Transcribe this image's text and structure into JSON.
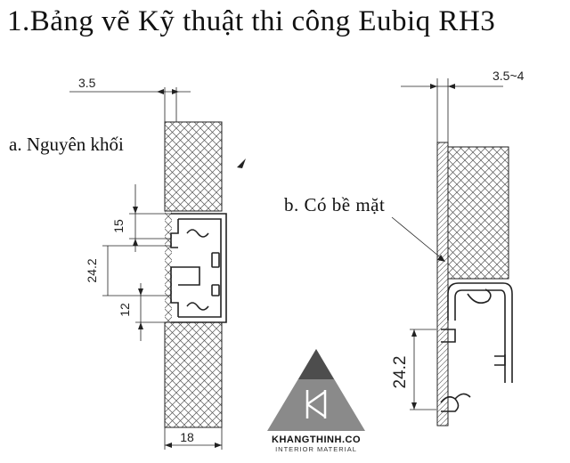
{
  "title": "1.Bảng vẽ Kỹ thuật thi công Eubiq RH3",
  "section_a": {
    "label": "a. Nguyên khối",
    "dims": {
      "top_width": "3.5",
      "upper_gap": "15",
      "rail_height": "24.2",
      "lower_gap": "12",
      "bottom_width": "18"
    }
  },
  "section_b": {
    "label": "b. Có bề mặt",
    "dims": {
      "top_width": "3.5~4",
      "rail_height": "24.2"
    }
  },
  "logo": {
    "name": "KHANGTHINH.CO",
    "tagline": "INTERIOR MATERIAL"
  },
  "colors": {
    "line": "#222222",
    "logo_light": "#8a8a8a",
    "logo_dark": "#4d4d4d"
  }
}
